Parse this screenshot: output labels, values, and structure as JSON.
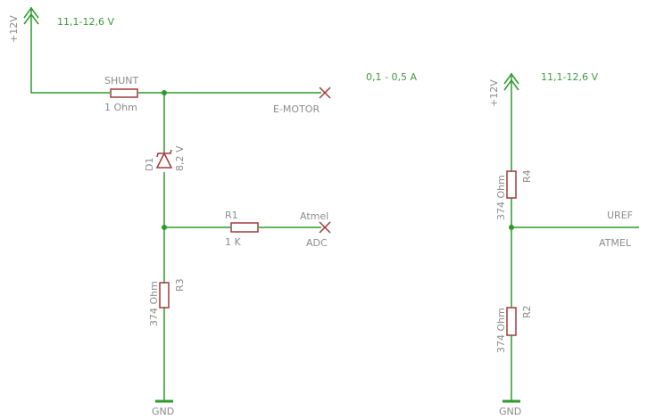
{
  "colors": {
    "wire": "#2b9a2b",
    "component": "#a13a3a",
    "label": "#8c8c8c",
    "value_text": "#3f9a3f",
    "junction": "#2b9a2b",
    "terminal": "#a13a3a"
  },
  "left_circuit": {
    "supply_label": "+12V",
    "supply_range": "11,1-12,6 V",
    "shunt": {
      "name": "SHUNT",
      "value": "1 Ohm"
    },
    "motor_label": "E-MOTOR",
    "current_range": "0,1 - 0,5 A",
    "d1": {
      "name": "D1",
      "value": "8,2 V"
    },
    "r1": {
      "name": "R1",
      "value": "1 K"
    },
    "adc_top": "Atmel",
    "adc_bottom": "ADC",
    "r3": {
      "name": "R3",
      "value": "374 Ohm"
    },
    "gnd": "GND"
  },
  "right_circuit": {
    "supply_label": "+12V",
    "supply_range": "11,1-12,6 V",
    "r4": {
      "name": "R4",
      "value": "374 Ohm"
    },
    "uref_top": "UREF",
    "uref_bottom": "ATMEL",
    "r2": {
      "name": "R2",
      "value": "374 Ohm"
    },
    "gnd": "GND"
  }
}
